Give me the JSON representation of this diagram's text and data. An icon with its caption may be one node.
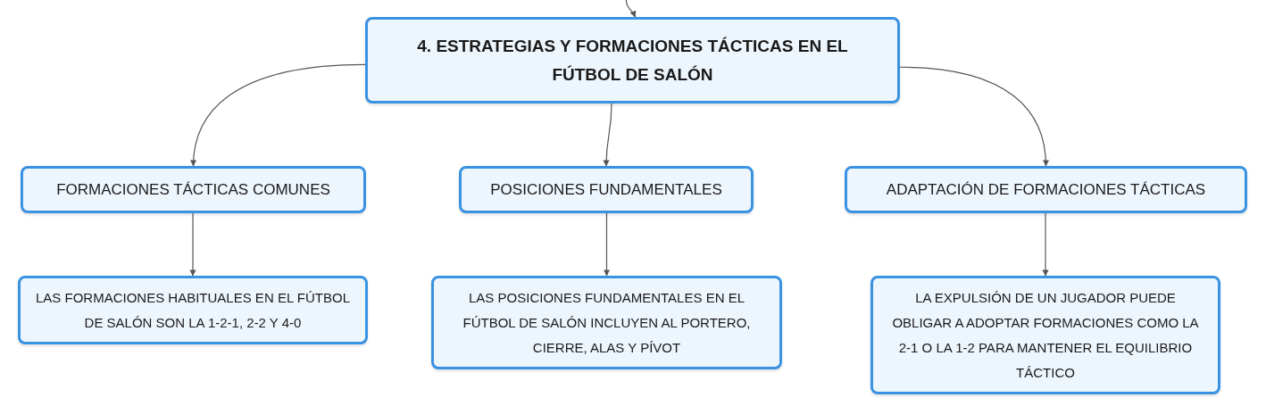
{
  "diagram": {
    "nodes": [
      {
        "text": [
          "4. ESTRATEGIAS Y FORMACIONES TÁCTICAS EN EL FÚTBOL DE SALÓN"
        ]
      },
      {
        "text": [
          "FORMACIONES TÁCTICAS COMUNES"
        ]
      },
      {
        "text": [
          "POSICIONES FUNDAMENTALES"
        ]
      },
      {
        "text": [
          "ADAPTACIÓN DE FORMACIONES TÁCTICAS"
        ]
      },
      {
        "text": [
          "LAS FORMACIONES HABITUALES EN EL FÚTBOL DE SALÓN SON LA 1-2-1, 2-2 Y 4-0"
        ]
      },
      {
        "text": [
          "LAS POSICIONES FUNDAMENTALES EN EL FÚTBOL DE SALÓN INCLUYEN AL PORTERO, CIERRE, ALAS Y PÍVOT"
        ]
      },
      {
        "text": [
          "LA EXPULSIÓN DE UN JUGADOR PUEDE OBLIGAR A ADOPTAR FORMACIONES COMO LA 2-1 O LA 1-2 PARA MANTENER EL EQUILIBRIO TÁCTICO"
        ]
      }
    ],
    "edges": [
      {
        "from": null,
        "to": 0,
        "arrow": "to"
      },
      {
        "from": 0,
        "to": 1,
        "arrow": "to"
      },
      {
        "from": 0,
        "to": 2,
        "arrow": "to"
      },
      {
        "from": 0,
        "to": 3,
        "arrow": "to"
      },
      {
        "from": 1,
        "to": 4,
        "arrow": "to"
      },
      {
        "from": 2,
        "to": 5,
        "arrow": "to"
      },
      {
        "from": 3,
        "to": 6,
        "arrow": "to"
      }
    ]
  }
}
